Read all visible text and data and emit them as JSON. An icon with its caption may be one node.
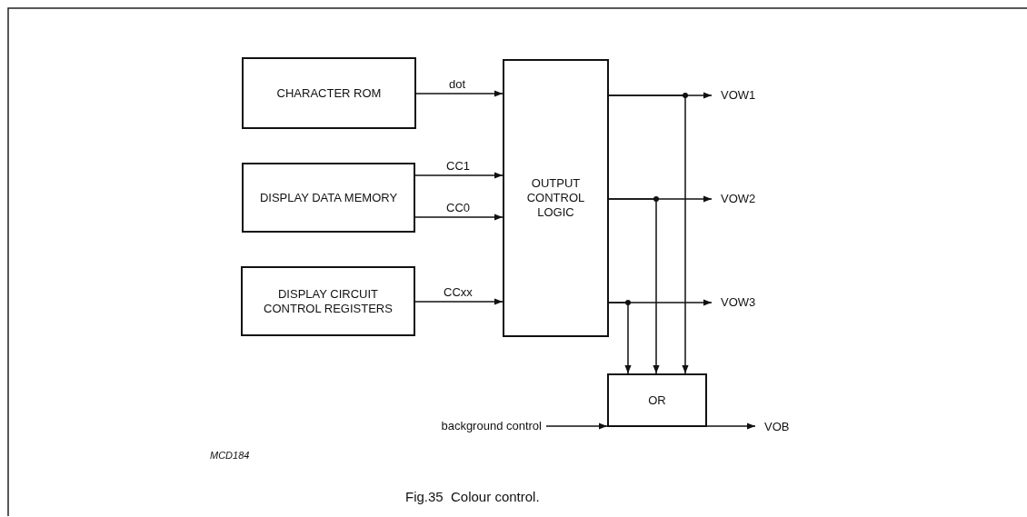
{
  "diagram": {
    "caption": "Fig.35  Colour control.",
    "nodes": [
      {
        "text": [
          "CHARACTER ROM"
        ]
      },
      {
        "text": [
          "DISPLAY DATA MEMORY"
        ]
      },
      {
        "text": [
          "DISPLAY CIRCUIT CONTROL REGISTERS"
        ]
      },
      {
        "text": [
          "OUTPUT CONTROL LOGIC"
        ]
      },
      {
        "text": [
          "OR"
        ]
      },
      {
        "text": [
          "VOW1"
        ]
      },
      {
        "text": [
          "VOW2"
        ]
      },
      {
        "text": [
          "VOW3"
        ]
      },
      {
        "text": [
          "VOB"
        ]
      },
      {
        "text": [
          "background control"
        ]
      }
    ],
    "edges": [
      {
        "from": 0,
        "to": 3,
        "arrow": "to",
        "label": "dot"
      },
      {
        "from": 1,
        "to": 3,
        "arrow": "to",
        "label": "CC1"
      },
      {
        "from": 1,
        "to": 3,
        "arrow": "to",
        "label": "CC0"
      },
      {
        "from": 2,
        "to": 3,
        "arrow": "to",
        "label": "CCxx"
      },
      {
        "from": 3,
        "to": 5,
        "arrow": "to"
      },
      {
        "from": 3,
        "to": 6,
        "arrow": "to"
      },
      {
        "from": 3,
        "to": 7,
        "arrow": "to"
      },
      {
        "from": 3,
        "to": 4,
        "arrow": "to"
      },
      {
        "from": 3,
        "to": 4,
        "arrow": "to"
      },
      {
        "from": 3,
        "to": 4,
        "arrow": "to"
      },
      {
        "from": 9,
        "to": 4,
        "arrow": "to"
      },
      {
        "from": 4,
        "to": 8,
        "arrow": "to"
      }
    ],
    "labels": [
      "MCD184"
    ]
  }
}
